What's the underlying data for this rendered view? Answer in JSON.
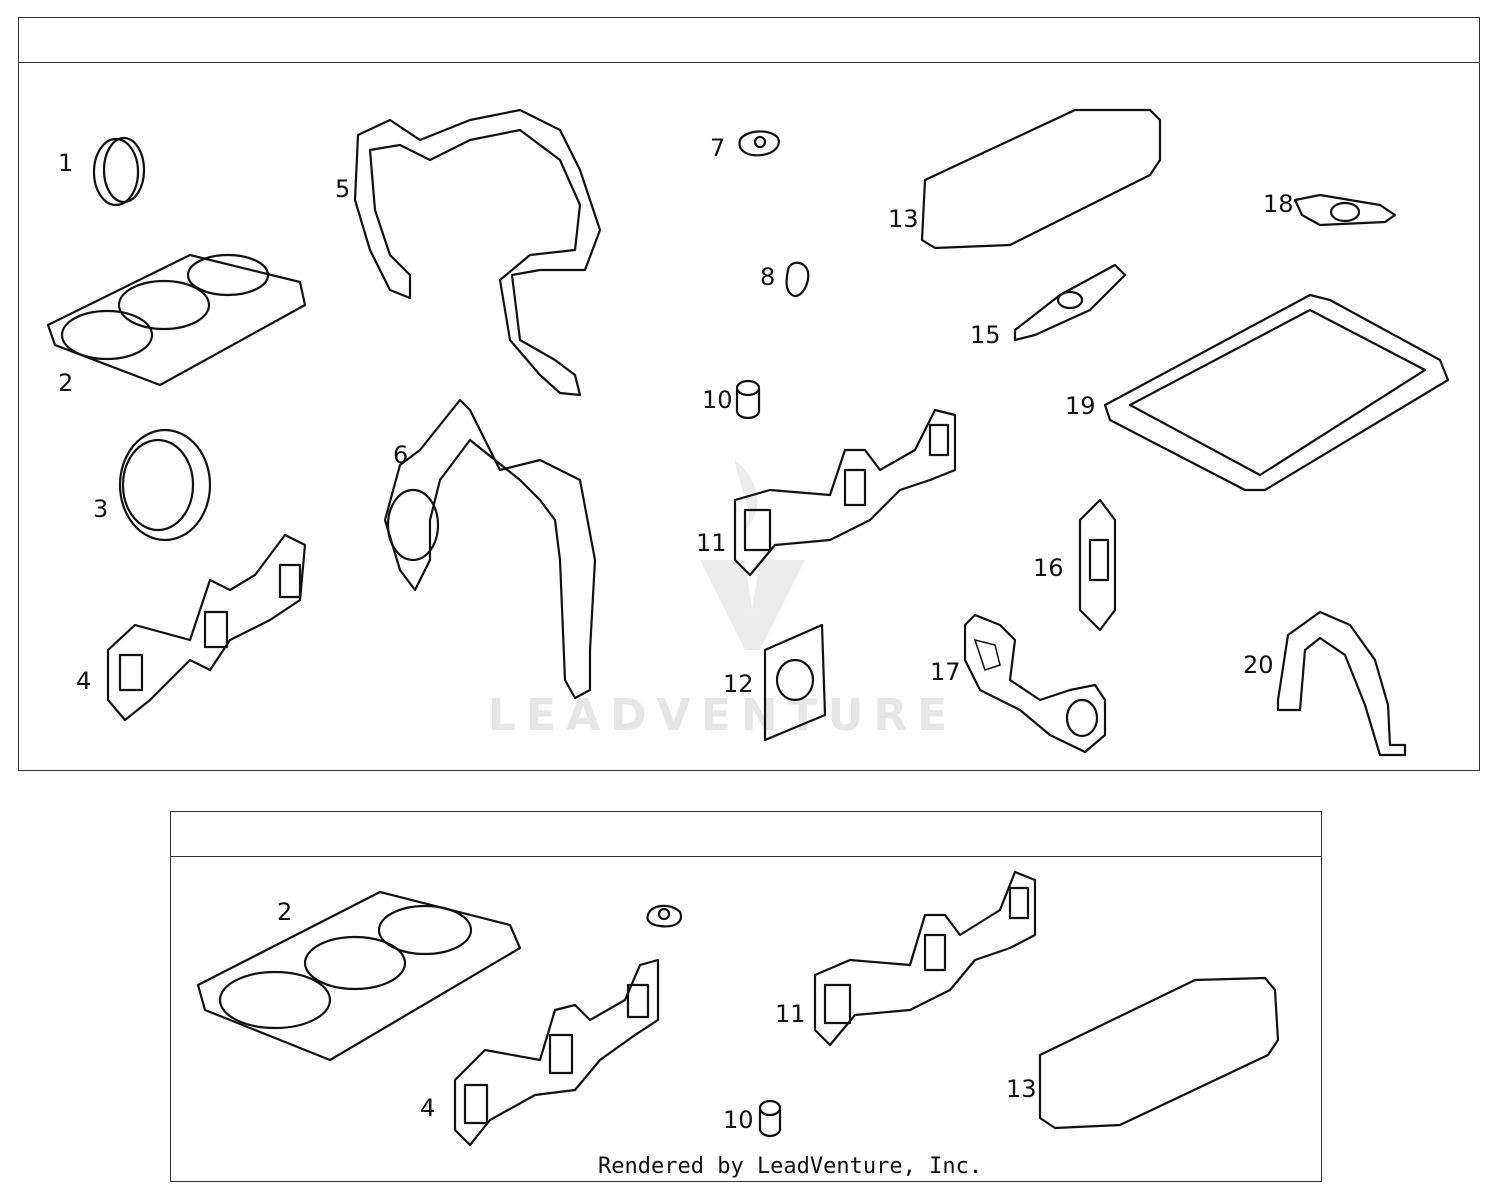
{
  "watermark": {
    "text": "LEADVENTURE"
  },
  "footer": {
    "text": "Rendered by LeadVenture, Inc."
  },
  "callouts_top": [
    "1",
    "2",
    "3",
    "4",
    "5",
    "6",
    "7",
    "8",
    "10",
    "11",
    "12",
    "13",
    "15",
    "16",
    "17",
    "18",
    "19",
    "20"
  ],
  "callouts_bottom": [
    "2",
    "4",
    "10",
    "11",
    "13"
  ]
}
